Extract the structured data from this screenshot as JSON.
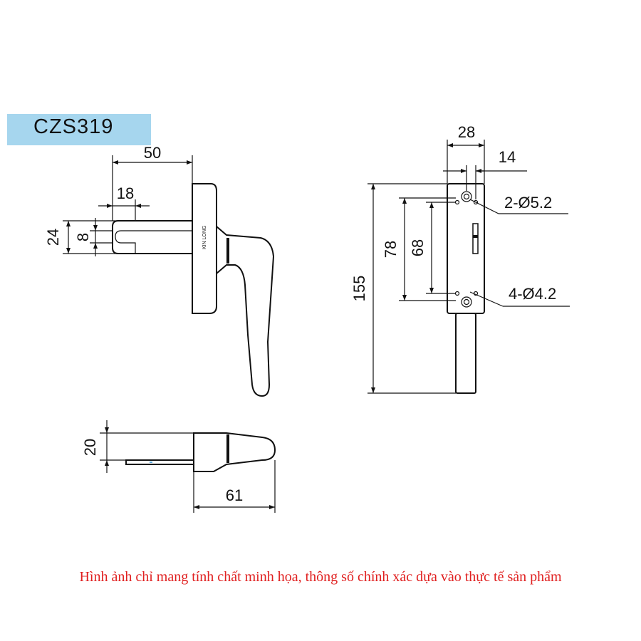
{
  "model": "CZS319",
  "brand_mark": "KIN LONG",
  "dimensions": {
    "width_top": "50",
    "slot": "18",
    "height_24": "24",
    "height_8": "8",
    "plate_width": "28",
    "hole_offset": "14",
    "overall_length": "155",
    "hole_spacing_78": "78",
    "hole_spacing_68": "68",
    "holes_large": "2-Ø5.2",
    "holes_small": "4-Ø4.2",
    "side_height": "20",
    "side_length": "61"
  },
  "disclaimer": "Hình ảnh chỉ mang tính chất minh họa, thông số chính xác dựa vào thực tế sản phẩm",
  "colors": {
    "title_bg": "#a6d6ee",
    "disclaimer": "#e02020"
  }
}
